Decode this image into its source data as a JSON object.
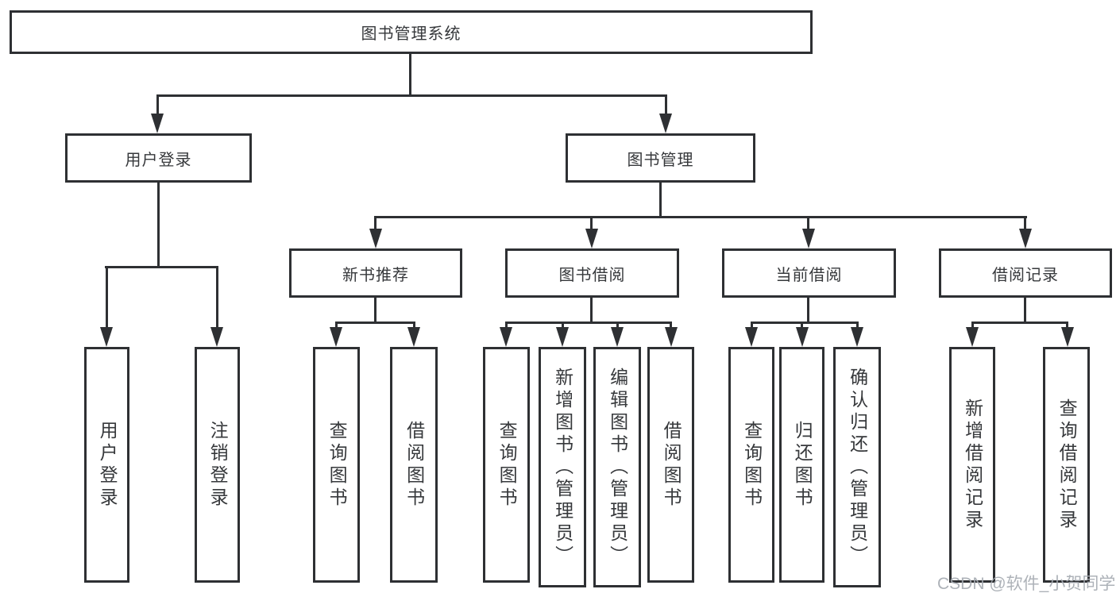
{
  "title": "图书管理系统",
  "nodes": {
    "root": "图书管理系统",
    "user_login": "用户登录",
    "book_mgmt": "图书管理",
    "new_book_rec": "新书推荐",
    "book_borrow": "图书借阅",
    "current_borrow": "当前借阅",
    "borrow_record": "借阅记录",
    "leaf_user_login": "用户登录",
    "leaf_logout": "注销登录",
    "leaf_rec_query": "查询图书",
    "leaf_rec_borrow": "借阅图书",
    "leaf_bb_query": "查询图书",
    "leaf_bb_add": "新增图书（管理员）",
    "leaf_bb_edit": "编辑图书（管理员）",
    "leaf_bb_borrow": "借阅图书",
    "leaf_cb_query": "查询图书",
    "leaf_cb_return": "归还图书",
    "leaf_cb_confirm": "确认归还（管理员）",
    "leaf_br_add": "新增借阅记录",
    "leaf_br_query": "查询借阅记录"
  },
  "watermark": "CSDN @软件_小贺同学",
  "colors": {
    "line": "#2e3033",
    "text": "#36383b",
    "watermark": "#a4aab0",
    "background": "#ffffff"
  }
}
